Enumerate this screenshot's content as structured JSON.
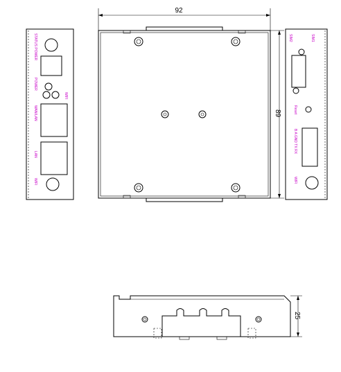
{
  "dimensions": {
    "width": "92",
    "height": "89",
    "depth": "25"
  },
  "left_panel": {
    "label_sts": "STATUS POWER",
    "label_power": "POWER",
    "label_wifi_top": "WIFI",
    "label_wan": "WAN/LAN",
    "label_lan": "LAN",
    "label_wifi_bottom": "WIFI"
  },
  "right_panel": {
    "label_sim1": "SIM1",
    "label_sim2": "SIM2",
    "label_reset": "Reset",
    "label_terminal": "B A GND TX RX",
    "label_wifi": "WIFI"
  },
  "colors": {
    "line": "#000000",
    "label": "#c800c8"
  }
}
